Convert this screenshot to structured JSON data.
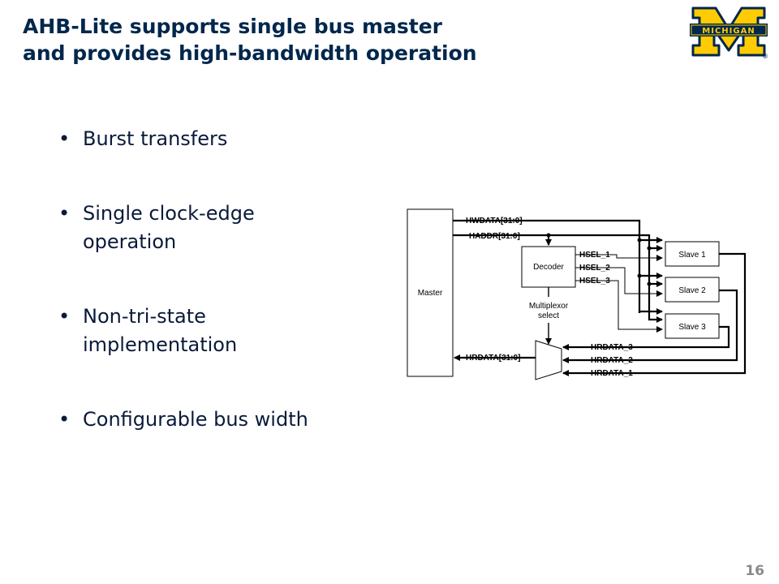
{
  "slide": {
    "title_line1": "AHB-Lite supports single bus master",
    "title_line2": "and provides high-bandwidth operation",
    "page_number": "16"
  },
  "logo": {
    "text": "MICHIGAN",
    "mark": "®",
    "colors": {
      "maize": "#FFCB05",
      "blue": "#00274C"
    }
  },
  "bullets": [
    {
      "line1": "Burst transfers",
      "line2": ""
    },
    {
      "line1": "Single clock-edge",
      "line2": "operation"
    },
    {
      "line1": "Non-tri-state",
      "line2": "implementation"
    },
    {
      "line1": "Configurable bus width",
      "line2": ""
    }
  ],
  "diagram": {
    "master": "Master",
    "decoder": "Decoder",
    "mux_label_line1": "Multiplexor",
    "mux_label_line2": "select",
    "signals": {
      "hwdata": "HWDATA[31:0]",
      "haddr": "HADDR[31:0]",
      "hrdata": "HRDATA[31:0]",
      "hsel": [
        "HSEL_1",
        "HSEL_2",
        "HSEL_3"
      ],
      "hrdata_slaves": [
        "HRDATA_3",
        "HRDATA_2",
        "HRDATA_1"
      ]
    },
    "slaves": [
      "Slave 1",
      "Slave 2",
      "Slave 3"
    ]
  }
}
